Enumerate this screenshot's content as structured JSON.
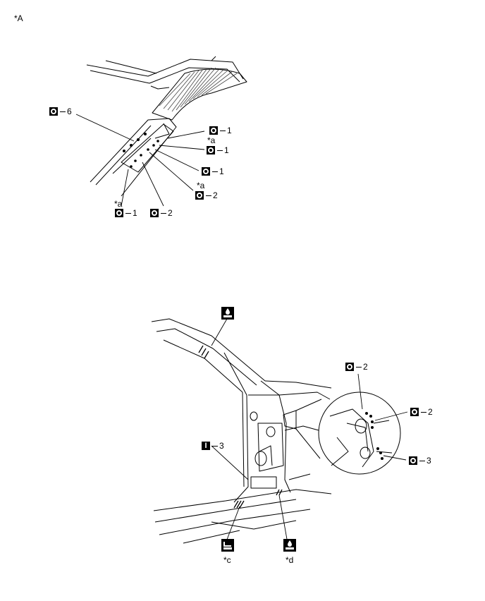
{
  "view_labels": {
    "view_a": "*A"
  },
  "symbols": {
    "spot_weld_icon": "spot-weld-icon",
    "plug_weld_icon": "plug-weld-icon",
    "sealer_icon": "sealer-icon"
  },
  "top_callouts": {
    "c6": {
      "num": "6"
    },
    "c1_upper": {
      "num": "1"
    },
    "c1_a": {
      "note": "*a",
      "num": "1"
    },
    "c1_mid": {
      "num": "1"
    },
    "c2_a": {
      "note": "*a",
      "num": "2"
    },
    "c1_bottom": {
      "note": "*a",
      "num": "1"
    },
    "c2_bottom": {
      "num": "2"
    }
  },
  "bottom_callouts": {
    "sealer_top": {
      "note": ""
    },
    "plug_3": {
      "num": "3"
    },
    "sealer_c": {
      "note": "*c"
    },
    "sealer_d": {
      "note": "*d"
    },
    "detail_2_top": {
      "num": "2"
    },
    "detail_2_right": {
      "num": "2"
    },
    "detail_3_right": {
      "num": "3"
    }
  },
  "colors": {
    "line": "#000000",
    "hatch": "#444444",
    "paper": "#ffffff"
  }
}
